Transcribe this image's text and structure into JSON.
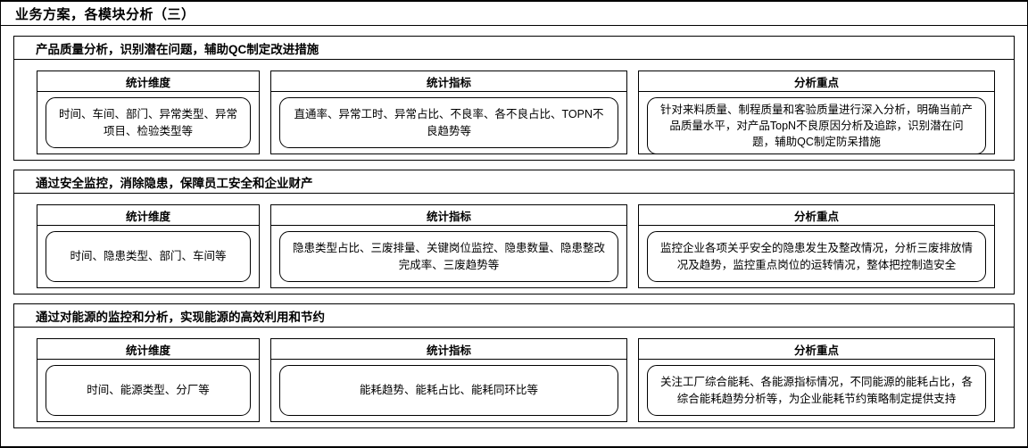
{
  "page": {
    "title": "业务方案，各模块分析（三）"
  },
  "columns": [
    "统计维度",
    "统计指标",
    "分析重点"
  ],
  "sections": [
    {
      "header": "产品质量分析，识别潜在问题，辅助QC制定改进措施",
      "dimension": "时间、车间、部门、异常类型、异常项目、检验类型等",
      "indicator": "直通率、异常工时、异常占比、不良率、各不良占比、TOPN不良趋势等",
      "focus": "针对来料质量、制程质量和客验质量进行深入分析，明确当前产品质量水平，对产品TopN不良原因分析及追踪，识别潜在问题，辅助QC制定防呆措施"
    },
    {
      "header": "通过安全监控，消除隐患，保障员工安全和企业财产",
      "dimension": "时间、隐患类型、部门、车间等",
      "indicator": "隐患类型占比、三废排量、关键岗位监控、隐患数量、隐患整改完成率、三废趋势等",
      "focus": "监控企业各项关乎安全的隐患发生及整改情况，分析三废排放情况及趋势，监控重点岗位的运转情况，整体把控制造安全"
    },
    {
      "header": "通过对能源的监控和分析，实现能源的高效利用和节约",
      "dimension": "时间、能源类型、分厂等",
      "indicator": "能耗趋势、能耗占比、能耗同环比等",
      "focus": "关注工厂综合能耗、各能源指标情况，不同能源的能耗占比，各综合能耗趋势分析等，为企业能耗节约策略制定提供支持"
    }
  ],
  "colors": {
    "border": "#000000",
    "background": "#ffffff",
    "text": "#000000"
  }
}
